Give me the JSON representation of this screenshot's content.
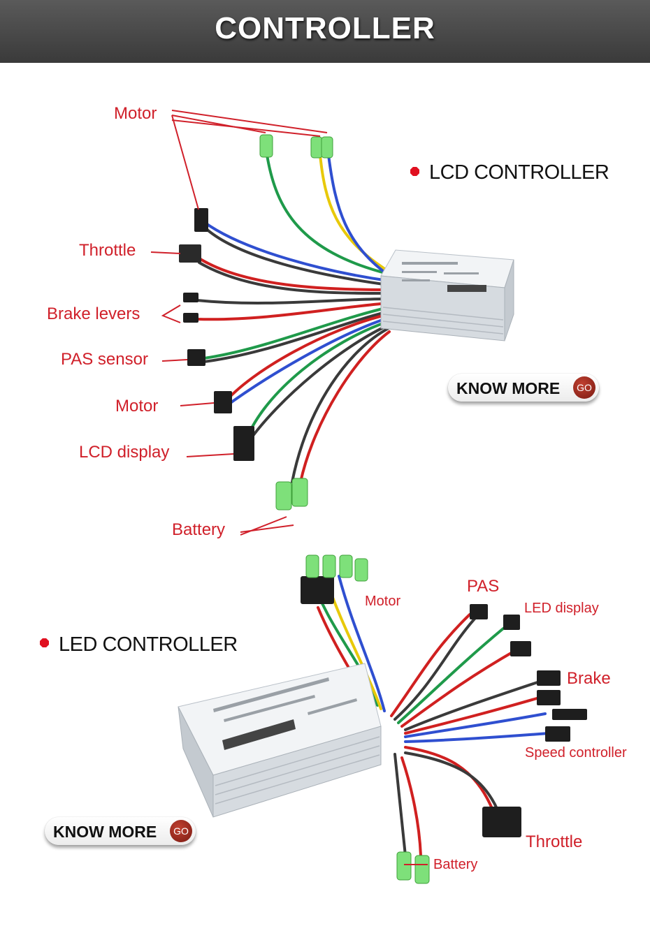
{
  "header": {
    "title": "CONTROLLER"
  },
  "lcd": {
    "title": "LCD CONTROLLER",
    "labels": {
      "motor_top": "Motor",
      "throttle": "Throttle",
      "brake_levers": "Brake levers",
      "pas_sensor": "PAS sensor",
      "motor_bottom": "Motor",
      "lcd_display": "LCD display",
      "battery": "Battery"
    },
    "know_more": {
      "label": "KNOW MORE",
      "go": "GO"
    }
  },
  "led": {
    "title": "LED CONTROLLER",
    "labels": {
      "motor": "Motor",
      "pas": "PAS",
      "led_display": "LED display",
      "brake": "Brake",
      "speed_controller": "Speed controller",
      "throttle": "Throttle",
      "battery": "Battery"
    },
    "know_more": {
      "label": "KNOW MORE",
      "go": "GO"
    }
  },
  "colors": {
    "label_red": "#d0202a",
    "header_bg": "#474747",
    "bullet_red": "#e01020"
  }
}
